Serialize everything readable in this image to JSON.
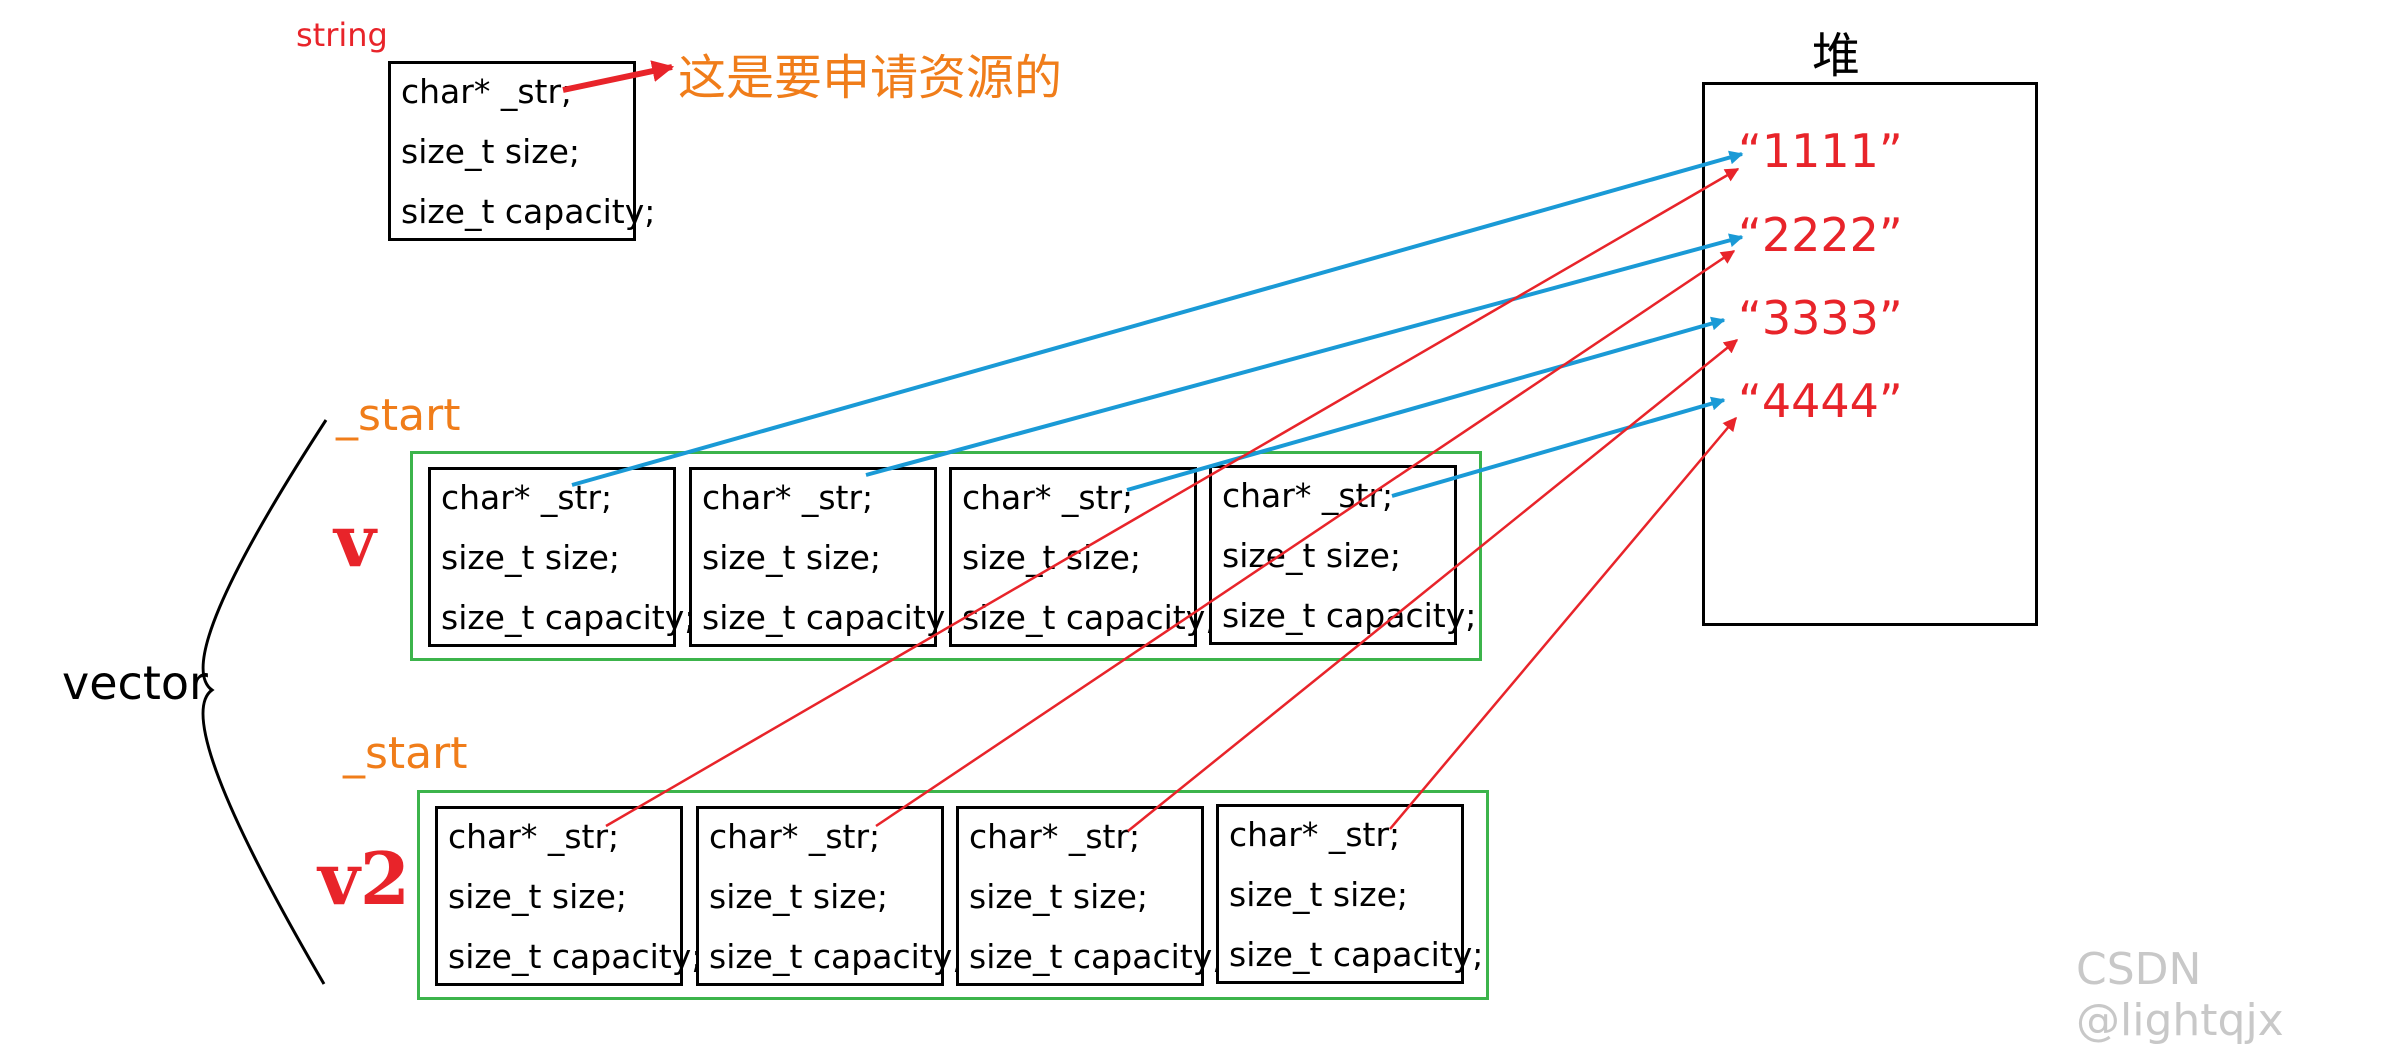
{
  "string_label": "string",
  "string_struct": {
    "fields": [
      "char* _str;",
      "size_t size;",
      "size_t capacity;"
    ]
  },
  "string_note": "这是要申请资源的",
  "heap": {
    "title": "堆",
    "values": [
      "“1111”",
      "“2222”",
      "“3333”",
      "“4444”"
    ]
  },
  "vector_label": "vector",
  "v": {
    "name": "v",
    "start_label": "_start",
    "elements": [
      {
        "fields": [
          "char* _str;",
          "size_t size;",
          "size_t capacity;"
        ]
      },
      {
        "fields": [
          "char* _str;",
          "size_t size;",
          "size_t capacity;"
        ]
      },
      {
        "fields": [
          "char* _str;",
          "size_t size;",
          "size_t capacity;"
        ]
      },
      {
        "fields": [
          "char* _str;",
          "size_t size;",
          "size_t capacity;"
        ]
      }
    ]
  },
  "v2": {
    "name": "v2",
    "start_label": "_start",
    "elements": [
      {
        "fields": [
          "char* _str;",
          "size_t size;",
          "size_t capacity;"
        ]
      },
      {
        "fields": [
          "char* _str;",
          "size_t size;",
          "size_t capacity;"
        ]
      },
      {
        "fields": [
          "char* _str;",
          "size_t size;",
          "size_t capacity;"
        ]
      },
      {
        "fields": [
          "char* _str;",
          "size_t size;",
          "size_t capacity;"
        ]
      }
    ]
  },
  "colors": {
    "blue_arrow": "#1a9ad6",
    "red_arrow": "#e8242a",
    "orange": "#f07d1a",
    "green_border": "#3cb44b"
  },
  "watermark": "CSDN @lightqjx"
}
